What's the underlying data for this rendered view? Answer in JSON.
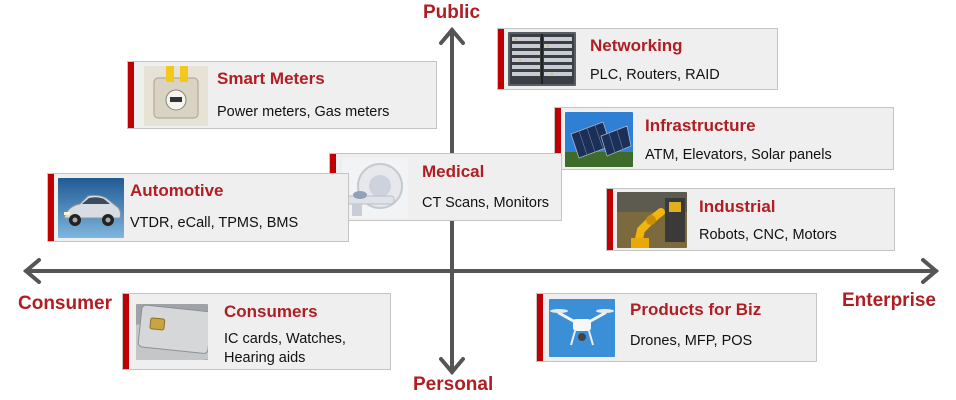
{
  "axes": {
    "top": "Public",
    "bottom": "Personal",
    "left": "Consumer",
    "right": "Enterprise"
  },
  "categories": {
    "networking": {
      "title": "Networking",
      "desc": "PLC, Routers, RAID",
      "image": "server-rack"
    },
    "smart_meters": {
      "title": "Smart Meters",
      "desc": "Power meters, Gas meters",
      "image": "gas-meter"
    },
    "infrastructure": {
      "title": "Infrastructure",
      "desc": "ATM, Elevators, Solar panels",
      "image": "solar-panel"
    },
    "medical": {
      "title": "Medical",
      "desc": "CT Scans, Monitors",
      "image": "ct-scanner"
    },
    "automotive": {
      "title": "Automotive",
      "desc": "VTDR, eCall, TPMS, BMS",
      "image": "car"
    },
    "industrial": {
      "title": "Industrial",
      "desc": "Robots, CNC, Motors",
      "image": "robot-arm"
    },
    "consumers": {
      "title": "Consumers",
      "desc_line1": "IC cards, Watches,",
      "desc_line2": "Hearing aids",
      "image": "ic-card"
    },
    "products_biz": {
      "title": "Products for Biz",
      "desc": "Drones, MFP, POS",
      "image": "drone"
    }
  },
  "colors": {
    "accent": "#b01e23",
    "bar": "#c00000",
    "box_fill": "#efefef",
    "axis": "#555555"
  }
}
